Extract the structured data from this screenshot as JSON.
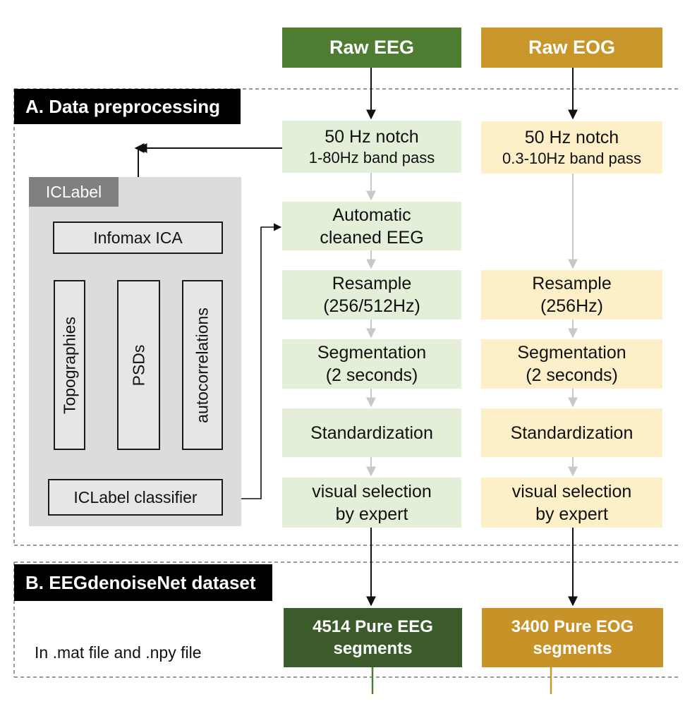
{
  "raw_eeg": "Raw EEG",
  "raw_eog": "Raw EOG",
  "section_a": "A. Data preprocessing",
  "section_b": "B. EEGdenoiseNet dataset",
  "iclabel": {
    "title": "ICLabel",
    "ica": "Infomax ICA",
    "topographies": "Topographies",
    "psds": "PSDs",
    "autocorrelations": "autocorrelations",
    "classifier": "ICLabel classifier"
  },
  "eeg_steps": {
    "filter_line1": "50 Hz notch",
    "filter_line2": "1-80Hz band pass",
    "auto_line1": "Automatic",
    "auto_line2": "cleaned EEG",
    "resample_line1": "Resample",
    "resample_line2": "(256/512Hz)",
    "seg_line1": "Segmentation",
    "seg_line2": "(2 seconds)",
    "standard": "Standardization",
    "visual_line1": "visual selection",
    "visual_line2": "by expert"
  },
  "eog_steps": {
    "filter_line1": "50 Hz notch",
    "filter_line2": "0.3-10Hz band pass",
    "resample_line1": "Resample",
    "resample_line2": "(256Hz)",
    "seg_line1": "Segmentation",
    "seg_line2": "(2 seconds)",
    "standard": "Standardization",
    "visual_line1": "visual selection",
    "visual_line2": "by expert"
  },
  "output": {
    "eeg_line1": "4514 Pure EEG",
    "eeg_line2": "segments",
    "eog_line1": "3400 Pure EOG",
    "eog_line2": "segments",
    "file_note": "In .mat file and .npy file"
  },
  "colors": {
    "eeg_header": "#4e7c31",
    "eog_header": "#c9962b",
    "eeg_output": "#3c5b2a",
    "eog_output": "#c79328",
    "eeg_step": "#e3efd8",
    "eog_step": "#fdefc8",
    "iclabel_panel": "#dcdcdc",
    "iclabel_tag": "#808080"
  }
}
